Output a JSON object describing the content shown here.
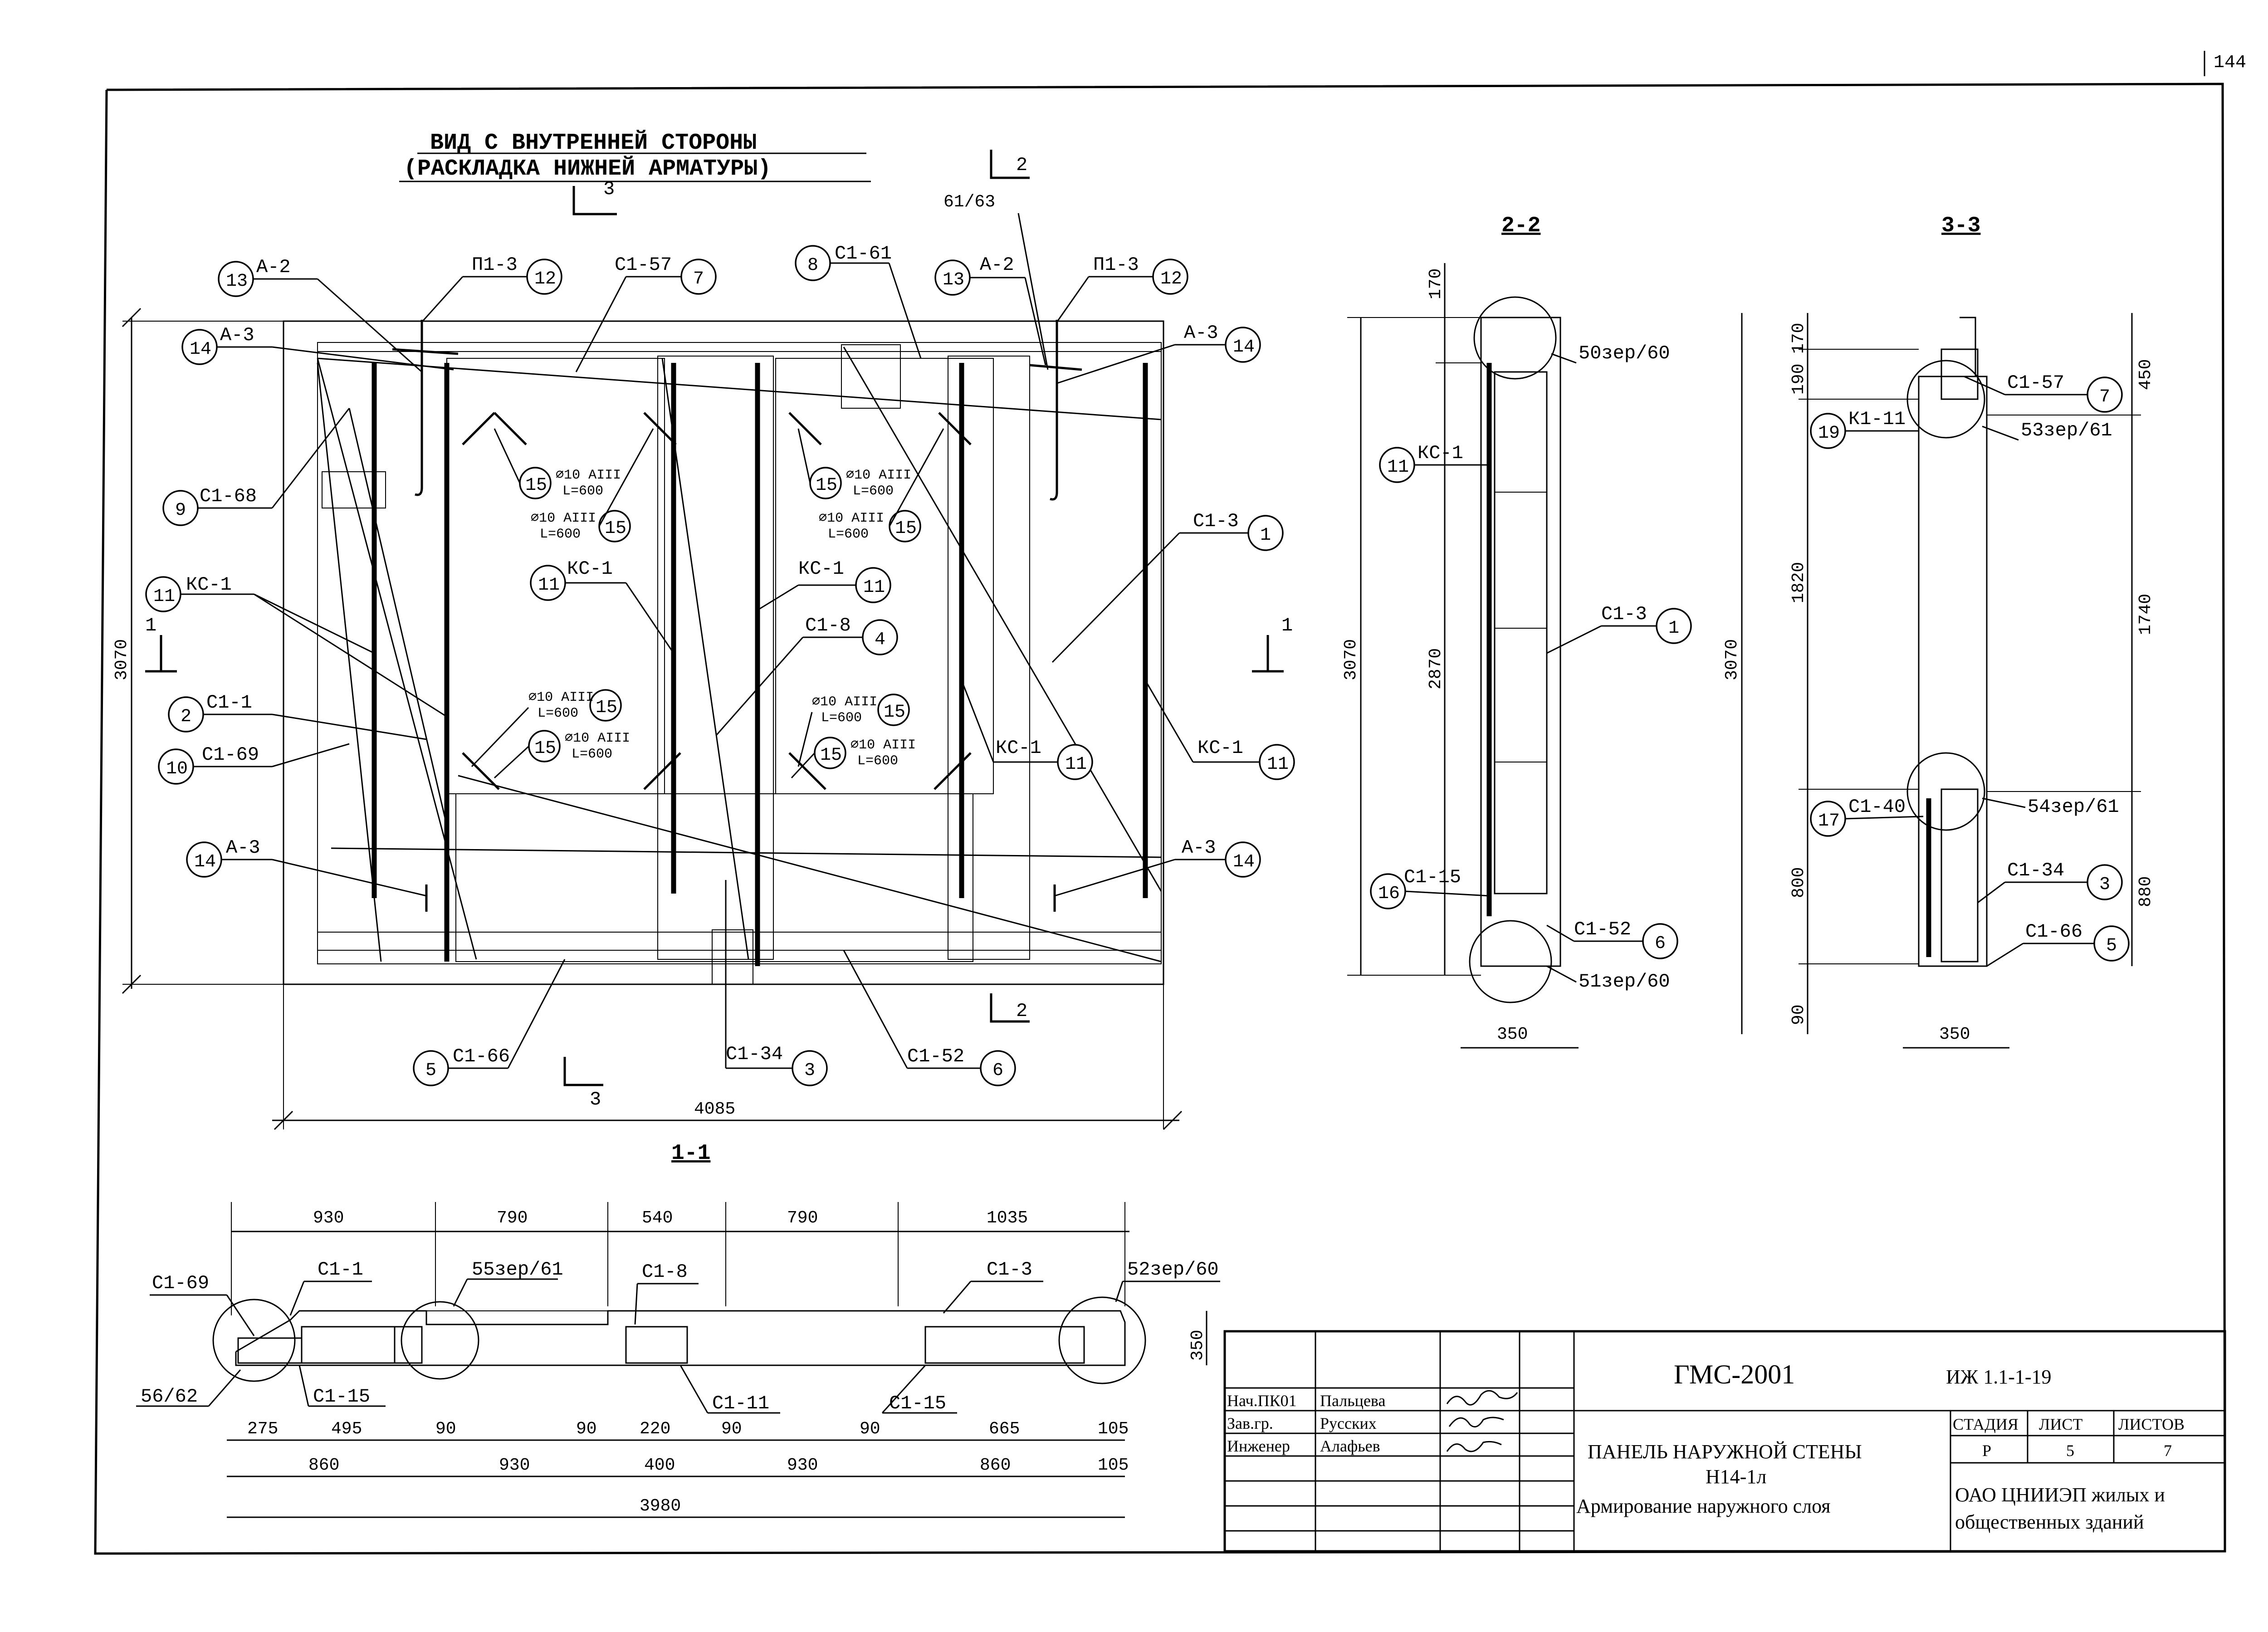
{
  "sheet": {
    "page_number": "144"
  },
  "view": {
    "title_line1": "ВИД С ВНУТРЕННЕЙ СТОРОНЫ",
    "title_line2": "(РАСКЛАДКА НИЖНЕЙ АРМАТУРЫ)",
    "width_dim": "4085",
    "height_dim": "3070",
    "cut_marks": [
      "2",
      "3",
      "1"
    ],
    "callouts": [
      {
        "num": "13",
        "code": "А-2"
      },
      {
        "num": "12",
        "code": "П1-3"
      },
      {
        "num": "7",
        "code": "С1-57"
      },
      {
        "num": "8",
        "code": "С1-61"
      },
      {
        "num": "13",
        "code": "А-2"
      },
      {
        "num": "12",
        "code": "П1-3"
      },
      {
        "num": "14",
        "code": "А-3"
      },
      {
        "num": "14",
        "code": "А-3"
      },
      {
        "num": "9",
        "code": "С1-68"
      },
      {
        "num": "1",
        "code": "С1-3"
      },
      {
        "num": "11",
        "code": "КС-1"
      },
      {
        "num": "11",
        "code": "КС-1"
      },
      {
        "num": "11",
        "code": "КС-1"
      },
      {
        "num": "4",
        "code": "С1-8"
      },
      {
        "num": "2",
        "code": "С1-1"
      },
      {
        "num": "10",
        "code": "С1-69"
      },
      {
        "num": "11",
        "code": "КС-1"
      },
      {
        "num": "11",
        "code": "КС-1"
      },
      {
        "num": "14",
        "code": "А-3"
      },
      {
        "num": "14",
        "code": "А-3"
      },
      {
        "num": "5",
        "code": "С1-66"
      },
      {
        "num": "3",
        "code": "С1-34"
      },
      {
        "num": "6",
        "code": "С1-52"
      }
    ],
    "bar_label_code": "⌀10 АIII",
    "bar_label_len": "L=600",
    "bar_label_num": "15",
    "mark_6163": "61/63"
  },
  "sec22": {
    "title": "2-2",
    "dims": [
      "170",
      "2870",
      "3070",
      "350"
    ],
    "nodes": [
      "50зер/60",
      "51зер/60"
    ],
    "callouts": [
      {
        "num": "11",
        "code": "КС-1"
      },
      {
        "num": "1",
        "code": "С1-3"
      },
      {
        "num": "16",
        "code": "С1-15"
      },
      {
        "num": "6",
        "code": "С1-52"
      }
    ]
  },
  "sec33": {
    "title": "3-3",
    "dims": [
      "170",
      "190",
      "1820",
      "800",
      "90",
      "3070",
      "450",
      "1740",
      "880",
      "350"
    ],
    "nodes": [
      "53зер/61",
      "54зер/61"
    ],
    "callouts": [
      {
        "num": "7",
        "code": "С1-57"
      },
      {
        "num": "19",
        "code": "К1-11"
      },
      {
        "num": "17",
        "code": "С1-40"
      },
      {
        "num": "3",
        "code": "С1-34"
      },
      {
        "num": "5",
        "code": "С1-66"
      }
    ]
  },
  "sec11": {
    "title": "1-1",
    "top_dims": [
      "930",
      "790",
      "540",
      "790",
      "1035"
    ],
    "row1_dims": [
      "275",
      "495",
      "90",
      "90",
      "220",
      "90",
      "90",
      "665",
      "105"
    ],
    "row2_dims": [
      "860",
      "930",
      "400",
      "930",
      "860",
      "105"
    ],
    "total": "3980",
    "thick": "350",
    "labels": [
      "С1-69",
      "С1-1",
      "55зер/61",
      "С1-8",
      "С1-3",
      "52зер/60",
      "56/62",
      "С1-15",
      "С1-11",
      "С1-15"
    ]
  },
  "stamp": {
    "doc_code": "ГМС-2001",
    "series": "ИЖ 1.1-1-19",
    "roles": [
      "Нач.ПК01",
      "Зав.гр.",
      "Инженер"
    ],
    "names": [
      "Пальцева",
      "Русских",
      "Алафьев"
    ],
    "title_line1": "ПАНЕЛЬ НАРУЖНОЙ СТЕНЫ",
    "title_line2": "Н14-1л",
    "title_line3": "Армирование наружного слоя",
    "stage_label": "СТАДИЯ",
    "sheet_label": "ЛИСТ",
    "sheets_label": "ЛИСТОВ",
    "stage": "Р",
    "sheet": "5",
    "sheets": "7",
    "org_line1": "ОАО ЦНИИЭП жилых и",
    "org_line2": "общественных зданий"
  }
}
